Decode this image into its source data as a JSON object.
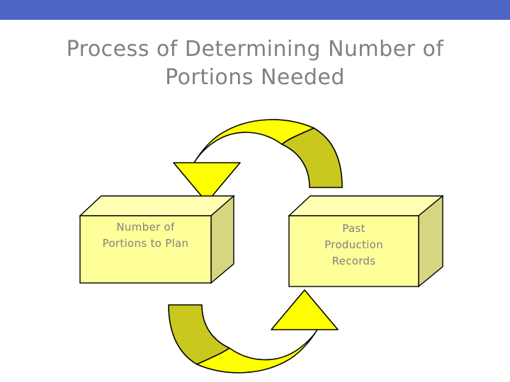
{
  "slide": {
    "title": "Process of Determining Number of\nPortions Needed",
    "title_color": "#808080",
    "background_color": "#ffffff",
    "top_band_color": "#4d65c4"
  },
  "diagram": {
    "type": "cycle",
    "boxes": [
      {
        "id": "left-box",
        "label": "Number of\nPortions to Plan",
        "face_color": "#ffff99",
        "top_color": "#ffffb3",
        "side_color": "#d6d680",
        "outline_color": "#000000"
      },
      {
        "id": "right-box",
        "label": "Past\nProduction\nRecords",
        "face_color": "#ffff99",
        "top_color": "#ffffb3",
        "side_color": "#d6d680",
        "outline_color": "#000000"
      }
    ],
    "arrows": [
      {
        "id": "top-arrow",
        "direction": "right-to-left",
        "bright_color": "#ffff00",
        "shade_color": "#c8c81e",
        "outline_color": "#000000"
      },
      {
        "id": "bottom-arrow",
        "direction": "left-to-right",
        "bright_color": "#ffff00",
        "shade_color": "#c8c81e",
        "outline_color": "#000000"
      }
    ]
  }
}
